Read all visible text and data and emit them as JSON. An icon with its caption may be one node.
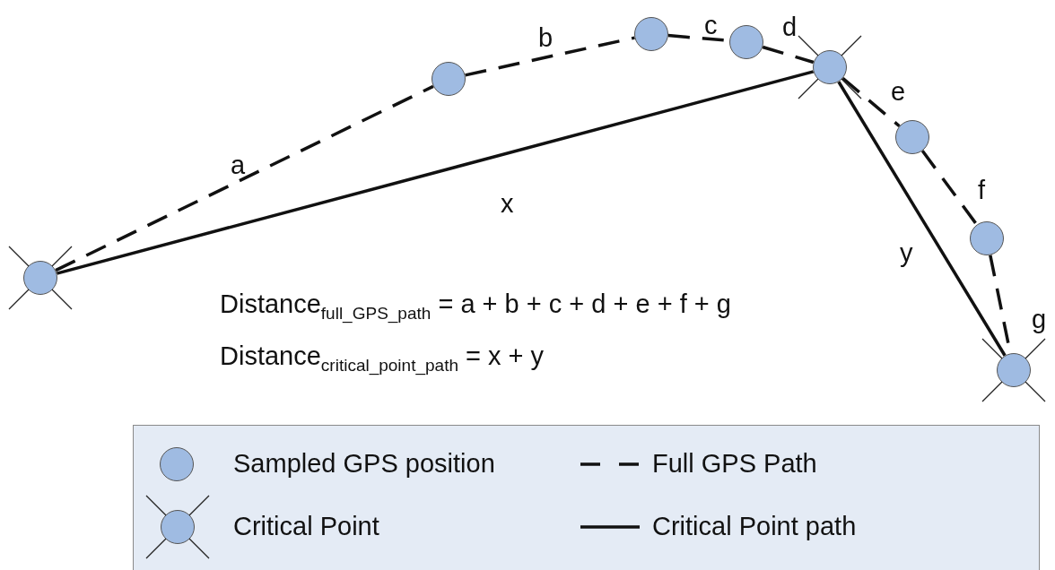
{
  "diagram": {
    "nodes": [
      {
        "text": [],
        "shape": "circle"
      },
      {
        "text": [],
        "shape": "circle"
      },
      {
        "text": [],
        "shape": "circle"
      },
      {
        "text": [],
        "shape": "circle"
      },
      {
        "text": [],
        "shape": "circle"
      },
      {
        "text": [],
        "shape": "circle"
      },
      {
        "text": [],
        "shape": "circle"
      },
      {
        "text": [],
        "shape": "circle"
      }
    ],
    "edges": [
      {
        "from": 0,
        "to": 1,
        "arrow": "none",
        "label": "a",
        "style": "dashed"
      },
      {
        "from": 1,
        "to": 2,
        "arrow": "none",
        "label": "b",
        "style": "dashed"
      },
      {
        "from": 2,
        "to": 3,
        "arrow": "none",
        "label": "c",
        "style": "dashed"
      },
      {
        "from": 3,
        "to": 4,
        "arrow": "none",
        "label": "d",
        "style": "dashed"
      },
      {
        "from": 4,
        "to": 5,
        "arrow": "none",
        "label": "e",
        "style": "dashed"
      },
      {
        "from": 5,
        "to": 6,
        "arrow": "none",
        "label": "f",
        "style": "dashed"
      },
      {
        "from": 6,
        "to": 7,
        "arrow": "none",
        "label": "g",
        "style": "dashed"
      },
      {
        "from": 0,
        "to": 4,
        "arrow": "none",
        "label": "x"
      },
      {
        "from": 4,
        "to": 7,
        "arrow": "none",
        "label": "y"
      }
    ],
    "labels": [
      "Distance$_{full_GPS_path}$ = a + b + c + d + e + f + g",
      "Distance$_{critical_point_path}$ = x + y"
    ],
    "legend": [
      {
        "text": "Sampled GPS position"
      },
      {
        "text": "Full GPS Path"
      },
      {
        "text": "Critical Point"
      },
      {
        "text": "Critical Point path"
      }
    ]
  }
}
